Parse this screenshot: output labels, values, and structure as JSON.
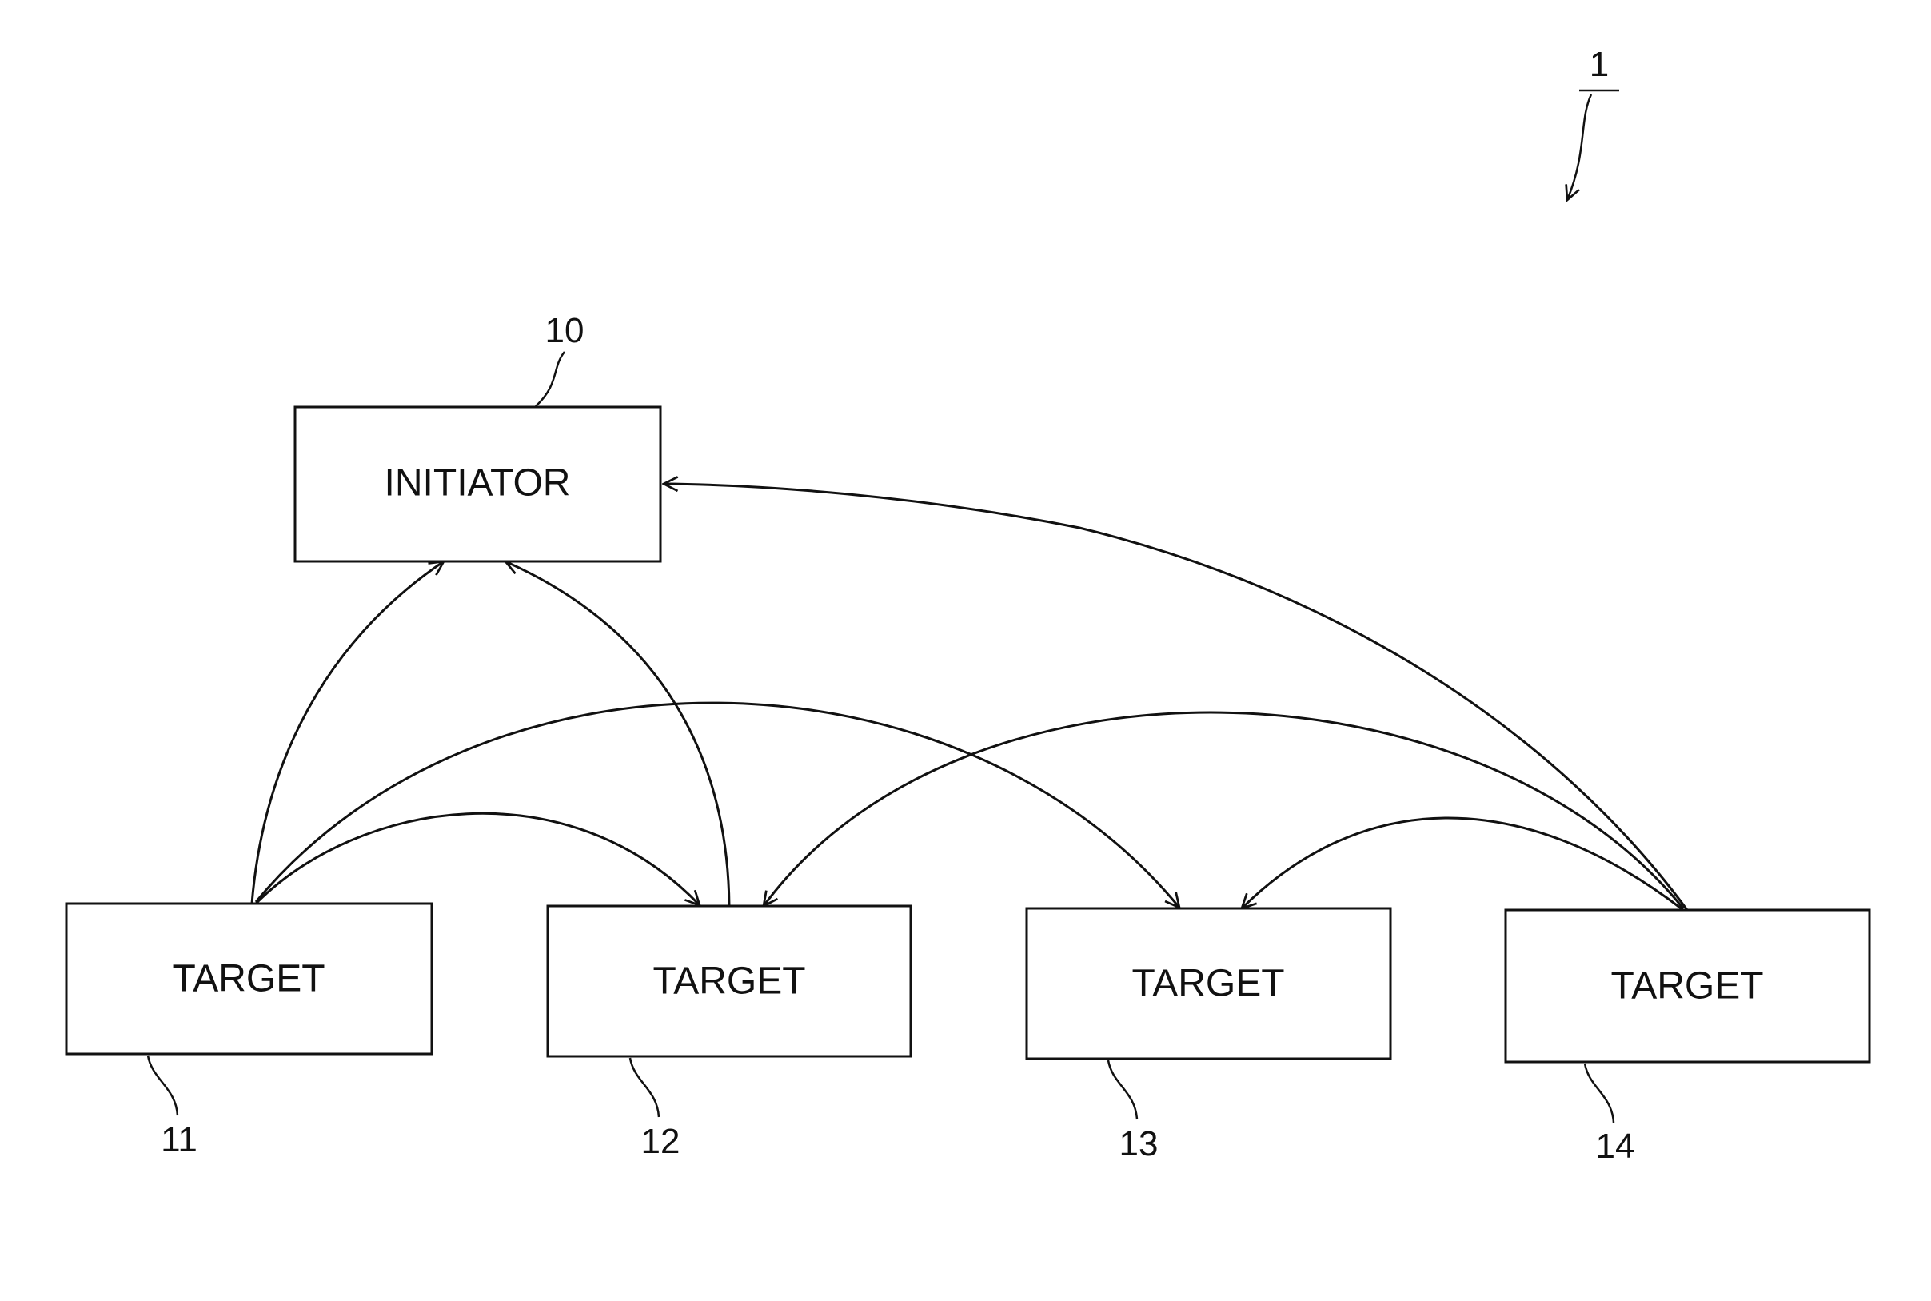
{
  "figure_ref": "1",
  "nodes": [
    {
      "id": "initiator",
      "label": "INITIATOR",
      "ref": "10"
    },
    {
      "id": "target-11",
      "label": "TARGET",
      "ref": "11"
    },
    {
      "id": "target-12",
      "label": "TARGET",
      "ref": "12"
    },
    {
      "id": "target-13",
      "label": "TARGET",
      "ref": "13"
    },
    {
      "id": "target-14",
      "label": "TARGET",
      "ref": "14"
    }
  ],
  "edges": [
    {
      "from": "target-11",
      "to": "initiator"
    },
    {
      "from": "target-12",
      "to": "initiator"
    },
    {
      "from": "target-14",
      "to": "initiator"
    },
    {
      "from": "target-11",
      "to": "target-12"
    },
    {
      "from": "target-11",
      "to": "target-13"
    },
    {
      "from": "target-14",
      "to": "target-12"
    },
    {
      "from": "target-14",
      "to": "target-13"
    }
  ]
}
